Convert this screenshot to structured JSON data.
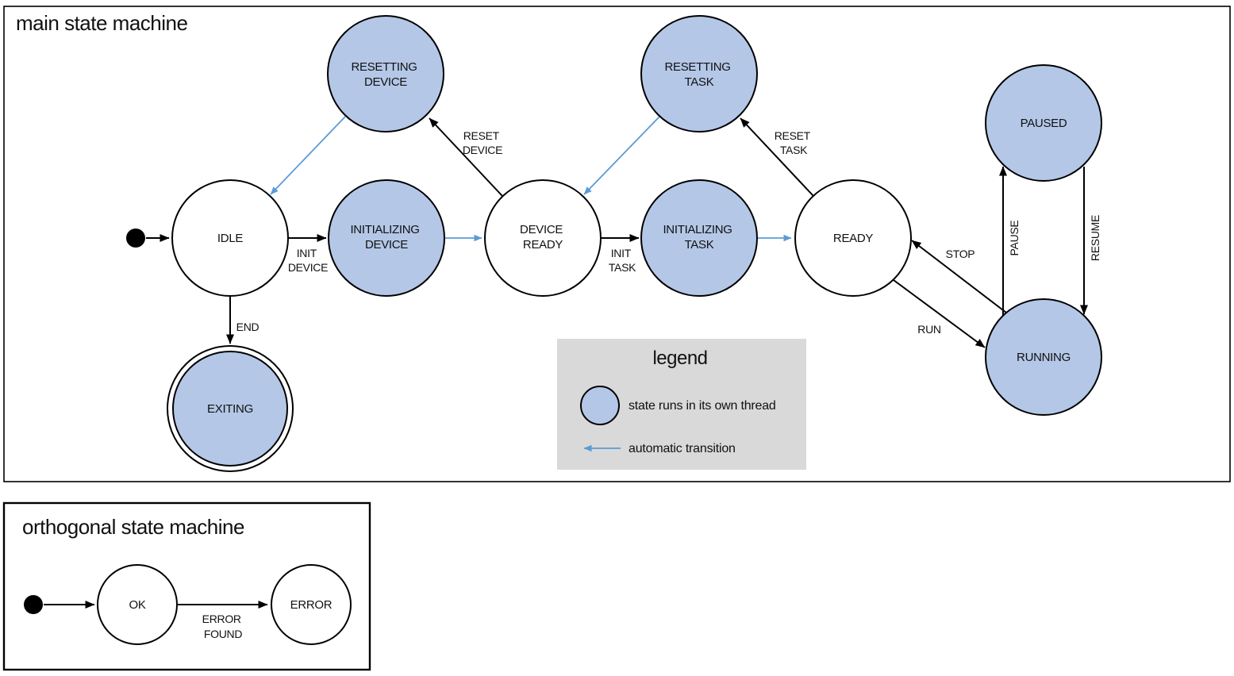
{
  "colors": {
    "threaded_state_fill": "#b4c7e7",
    "state_stroke": "#000000",
    "automatic_transition_arrow": "#5b9bd5",
    "legend_background": "#d9d9d9",
    "text": "#111111",
    "background": "#ffffff"
  },
  "main_machine": {
    "title": "main state machine",
    "states": {
      "idle": "IDLE",
      "resetting_device": [
        "RESETTING",
        "DEVICE"
      ],
      "initializing_device": [
        "INITIALIZING",
        "DEVICE"
      ],
      "device_ready": [
        "DEVICE",
        "READY"
      ],
      "resetting_task": [
        "RESETTING",
        "TASK"
      ],
      "initializing_task": [
        "INITIALIZING",
        "TASK"
      ],
      "ready": "READY",
      "paused": "PAUSED",
      "running": "RUNNING",
      "exiting": "EXITING"
    },
    "transitions": {
      "init_device": [
        "INIT",
        "DEVICE"
      ],
      "reset_device": [
        "RESET",
        "DEVICE"
      ],
      "init_task": [
        "INIT",
        "TASK"
      ],
      "reset_task": [
        "RESET",
        "TASK"
      ],
      "stop": "STOP",
      "run": "RUN",
      "pause": "PAUSE",
      "resume": "RESUME",
      "end": "END"
    }
  },
  "legend": {
    "title": "legend",
    "threaded_state_label": "state runs in its own thread",
    "automatic_transition_label": "automatic transition"
  },
  "orthogonal_machine": {
    "title": "orthogonal state machine",
    "states": {
      "ok": "OK",
      "error": "ERROR"
    },
    "transitions": {
      "error_found": [
        "ERROR",
        "FOUND"
      ]
    }
  }
}
